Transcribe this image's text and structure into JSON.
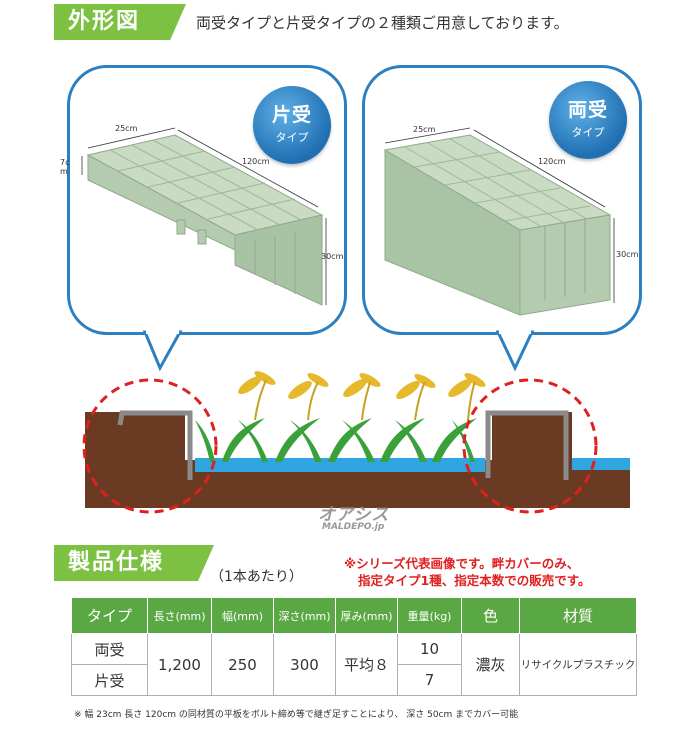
{
  "sections": {
    "outline_title": "外形図",
    "outline_intro": "両受タイプと片受タイプの２種類ご用意しております。",
    "spec_title": "製品仕様",
    "spec_per_unit": "（1本あたり）"
  },
  "diagrams": {
    "left": {
      "badge_main": "片受",
      "badge_sub": "タイプ",
      "dim_width": "25cm",
      "dim_length": "120cm",
      "dim_depth": "7cm",
      "dim_height": "30cm"
    },
    "right": {
      "badge_main": "両受",
      "badge_sub": "タイプ",
      "dim_width": "25cm",
      "dim_length": "120cm",
      "dim_height": "30cm"
    }
  },
  "watermark": {
    "logo_main": "オアシス",
    "logo_sub": "MALDEPO.jp"
  },
  "notice_lines": [
    "※シリーズ代表画像です。畔カバーのみ、",
    "指定タイプ1種、指定本数での販売です。"
  ],
  "spec_table": {
    "headers": [
      "タイプ",
      "長さ(mm)",
      "幅(mm)",
      "深さ(mm)",
      "厚み(mm)",
      "重量(kg)",
      "色",
      "材質"
    ],
    "rows": [
      {
        "type": "両受",
        "weight": "10"
      },
      {
        "type": "片受",
        "weight": "7"
      }
    ],
    "shared": {
      "length": "1,200",
      "width": "250",
      "depth": "300",
      "thickness": "平均８",
      "color": "濃灰",
      "material": "リサイクルプラスチック"
    }
  },
  "footnote": "※ 幅 23cm 長さ 120cm の同材質の平板をボルト締め等で継ぎ足すことにより、 深さ 50cm までカバー可能",
  "colors": {
    "accent_green": "#7cc142",
    "table_header": "#5aa844",
    "bubble_blue": "#2c7fc0",
    "notice_red": "#e02020",
    "soil": "#6b3a22",
    "water": "#2fa6e0"
  }
}
